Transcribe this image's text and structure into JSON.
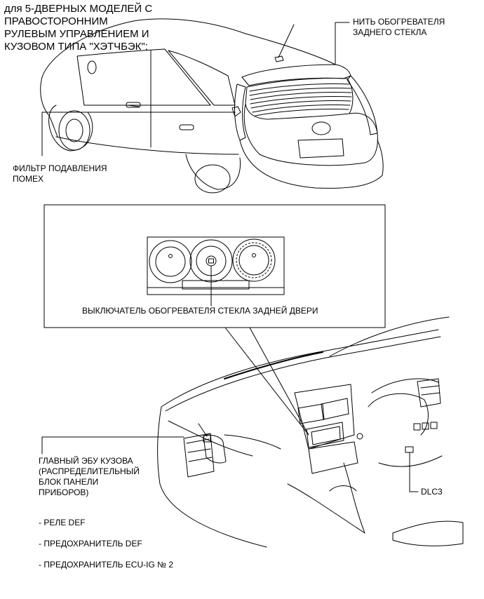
{
  "header_title": "для 5-ДВЕРНЫХ МОДЕЛЕЙ С\nПРАВОСТОРОННИМ\nРУЛЕВЫМ УПРАВЛЕНИЕМ И\nКУЗОВОМ ТИПА \"ХЭТЧБЭК\":",
  "labels": {
    "rear_defogger_wire": "НИТЬ ОБОГРЕВАТЕЛЯ\nЗАДНЕГО СТЕКЛА",
    "noise_filter": "ФИЛЬТР ПОДАВЛЕНИЯ\nПОМЕХ",
    "defogger_switch": "ВЫКЛЮЧАТЕЛЬ ОБОГРЕВАТЕЛЯ СТЕКЛА ЗАДНЕЙ ДВЕРИ",
    "main_body_ecu": "ГЛАВНЫЙ ЭБУ КУЗОВА\n(РАСПРЕДЕЛИТЕЛЬНЫЙ\nБЛОК ПАНЕЛИ\nПРИБОРОВ)",
    "dlc3": "DLC3"
  },
  "ecu_components": [
    "- РЕЛЕ DEF",
    "- ПРЕДОХРАНИТЕЛЬ DEF",
    "- ПРЕДОХРАНИТЕЛЬ ECU-IG № 2"
  ],
  "colors": {
    "line": "#000000",
    "background": "#ffffff"
  }
}
